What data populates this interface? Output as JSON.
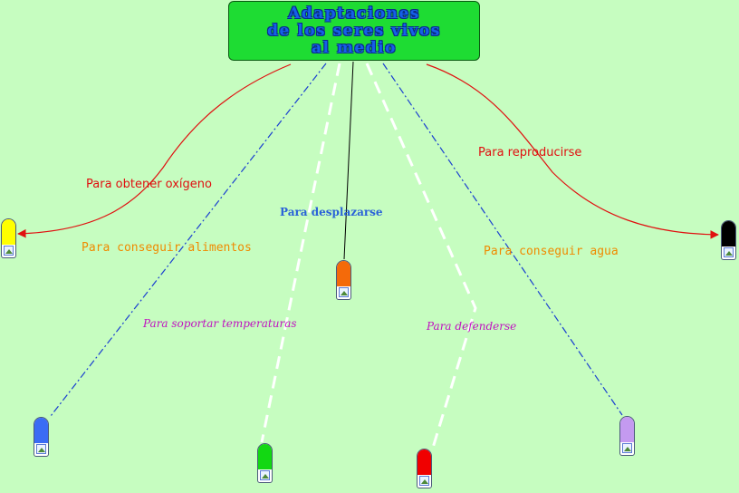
{
  "diagram": {
    "root": {
      "lines": [
        "Adaptaciones",
        "de los seres vivos",
        "al medio"
      ]
    },
    "links": [
      {
        "label": "Para obtener oxígeno",
        "color": "#e01010",
        "style": "curve-arrow"
      },
      {
        "label": "Para conseguir alimentos",
        "color": "#f08a00",
        "style": "dash-dot"
      },
      {
        "label": "Para soportar temperaturas",
        "color": "#c012c0",
        "style": "dashed-white"
      },
      {
        "label": "Para desplazarse",
        "color": "#2a62d8",
        "style": "solid"
      },
      {
        "label": "Para defenderse",
        "color": "#c012c0",
        "style": "dashed-white"
      },
      {
        "label": "Para conseguir agua",
        "color": "#f08a00",
        "style": "dash-dot"
      },
      {
        "label": "Para reproducirse",
        "color": "#e01010",
        "style": "curve-arrow"
      }
    ],
    "nodes": [
      {
        "name": "yellow-node",
        "color": "#ffff00"
      },
      {
        "name": "blue-node",
        "color": "#3a6cf4"
      },
      {
        "name": "green-node",
        "color": "#12d812"
      },
      {
        "name": "orange-node",
        "color": "#f46a0a"
      },
      {
        "name": "red-node",
        "color": "#f00000"
      },
      {
        "name": "lilac-node",
        "color": "#c49af0"
      },
      {
        "name": "black-node",
        "color": "#000000"
      }
    ],
    "colors": {
      "background": "#c6fdc0",
      "root_fill": "#1edc33",
      "root_text": "#1560e8",
      "blue_line": "#1a3fd0"
    }
  }
}
